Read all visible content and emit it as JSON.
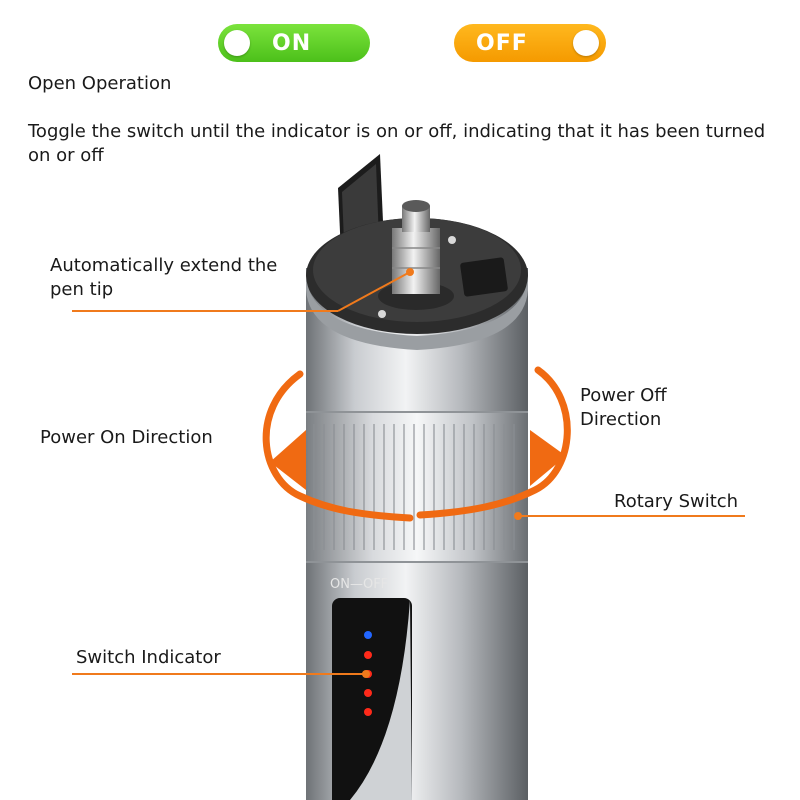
{
  "toggles": {
    "on_label": "ON",
    "off_label": "OFF"
  },
  "heading": "Open Operation",
  "instruction": "Toggle the switch until the indicator is on or off, indicating that it has been turned on or off",
  "labels": {
    "pen_tip": "Automatically extend the pen tip",
    "power_on_direction": "Power On Direction",
    "power_off_direction": "Power Off Direction",
    "rotary_switch": "Rotary Switch",
    "switch_indicator": "Switch Indicator"
  },
  "device": {
    "switch_marking": "ON—OFF",
    "indicator_leds": [
      "blue",
      "red",
      "red",
      "red",
      "red"
    ]
  },
  "colors": {
    "on_toggle": "#5ccf22",
    "off_toggle": "#f9a60c",
    "callout_line": "#f07a1c",
    "rotation_arrow": "#f06a12",
    "led_blue": "#2266ff",
    "led_red": "#ff2a1a"
  }
}
